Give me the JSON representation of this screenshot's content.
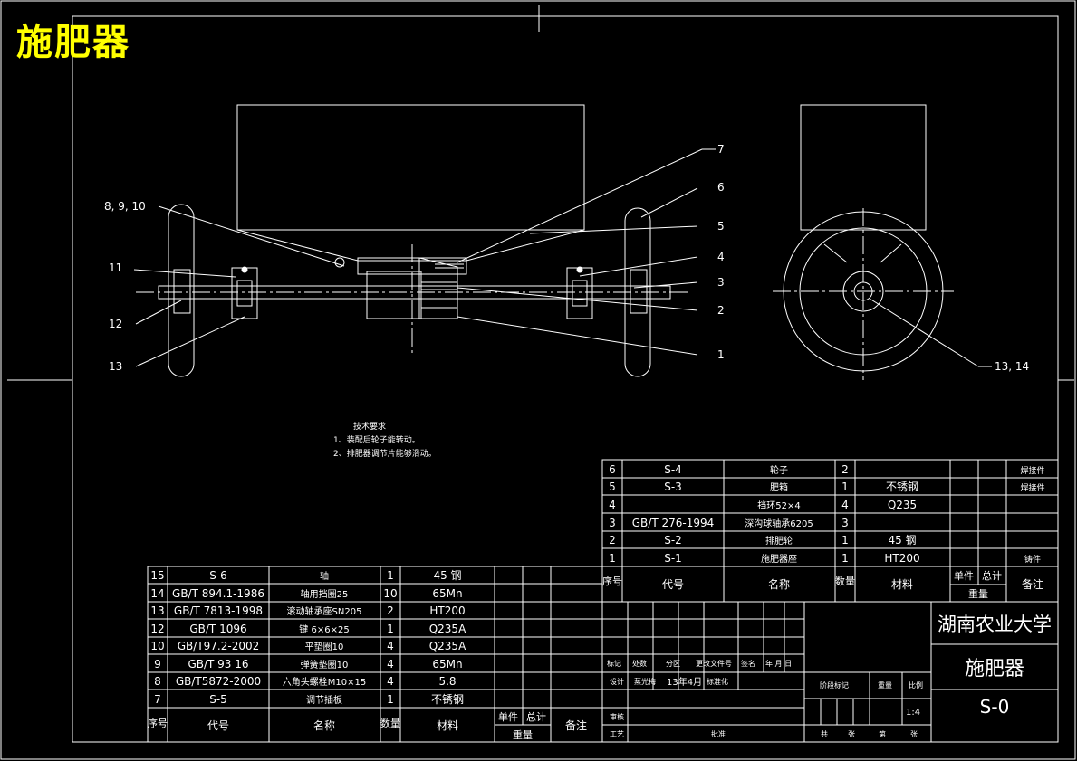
{
  "title": "施肥器",
  "colors": {
    "background": "#000000",
    "line": "#ffffff",
    "title": "#ffff00"
  },
  "callouts": {
    "c1": "1",
    "c2": "2",
    "c3": "3",
    "c4": "4",
    "c5": "5",
    "c6": "6",
    "c7": "7",
    "c8": "8, 9, 10",
    "c11": "11",
    "c12": "12",
    "c13": "13",
    "c1314": "13, 14"
  },
  "tech_requirements": {
    "heading": "技术要求",
    "item1": "1、装配后轮子能转动。",
    "item2": "2、排肥器调节片能够滑动。"
  },
  "upper_bom": {
    "rows": [
      {
        "no": "6",
        "code": "S-4",
        "name": "轮子",
        "qty": "2",
        "mat": "",
        "remark": "焊接件"
      },
      {
        "no": "5",
        "code": "S-3",
        "name": "肥箱",
        "qty": "1",
        "mat": "不锈钢",
        "remark": "焊接件"
      },
      {
        "no": "4",
        "code": "",
        "name": "挡环52×4",
        "qty": "4",
        "mat": "Q235",
        "remark": ""
      },
      {
        "no": "3",
        "code": "GB/T 276-1994",
        "name": "深沟球轴承6205",
        "qty": "3",
        "mat": "",
        "remark": ""
      },
      {
        "no": "2",
        "code": "S-2",
        "name": "排肥轮",
        "qty": "1",
        "mat": "45 钢",
        "remark": ""
      },
      {
        "no": "1",
        "code": "S-1",
        "name": "施肥器座",
        "qty": "1",
        "mat": "HT200",
        "remark": "铸件"
      }
    ],
    "header": {
      "no": "序号",
      "code": "代号",
      "name": "名称",
      "qty": "数量",
      "mat": "材料",
      "unit": "单件",
      "total": "总计",
      "weight": "重量",
      "remark": "备注"
    }
  },
  "lower_bom": {
    "rows": [
      {
        "no": "15",
        "code": "S-6",
        "name": "轴",
        "qty": "1",
        "mat": "45 钢"
      },
      {
        "no": "14",
        "code": "GB/T 894.1-1986",
        "name": "轴用挡圈25",
        "qty": "10",
        "mat": "65Mn"
      },
      {
        "no": "13",
        "code": "GB/T 7813-1998",
        "name": "滚动轴承座SN205",
        "qty": "2",
        "mat": "HT200"
      },
      {
        "no": "12",
        "code": "GB/T 1096",
        "name": "键 6×6×25",
        "qty": "1",
        "mat": "Q235A"
      },
      {
        "no": "10",
        "code": "GB/T97.2-2002",
        "name": "平垫圈10",
        "qty": "4",
        "mat": "Q235A"
      },
      {
        "no": "9",
        "code": "GB/T 93 16",
        "name": "弹簧垫圈10",
        "qty": "4",
        "mat": "65Mn"
      },
      {
        "no": "8",
        "code": "GB/T5872-2000",
        "name": "六角头螺栓M10×15",
        "qty": "4",
        "mat": "5.8"
      },
      {
        "no": "7",
        "code": "S-5",
        "name": "调节插板",
        "qty": "1",
        "mat": "不锈钢"
      }
    ],
    "header": {
      "no": "序号",
      "code": "代号",
      "name": "名称",
      "qty": "数量",
      "mat": "材料",
      "unit": "单件",
      "total": "总计",
      "weight": "重量",
      "remark": "备注"
    }
  },
  "title_block": {
    "university": "湖南农业大学",
    "drawing_name": "施肥器",
    "drawing_no": "S-0",
    "mark": "标记",
    "count": "处数",
    "zone": "分区",
    "change_doc": "更改文件号",
    "sign": "签名",
    "date": "年 月 日",
    "design": "设计",
    "designer": "蒸光梅",
    "design_date": "13年4月",
    "standardize": "标准化",
    "check": "审核",
    "process": "工艺",
    "approve": "批准",
    "stage_mark": "阶段标记",
    "weight": "重量",
    "scale": "比例",
    "scale_value": "1:4",
    "total_sheets": "共",
    "sheets_unit": "张",
    "sheet_no": "第",
    "sheet_unit2": "张"
  }
}
